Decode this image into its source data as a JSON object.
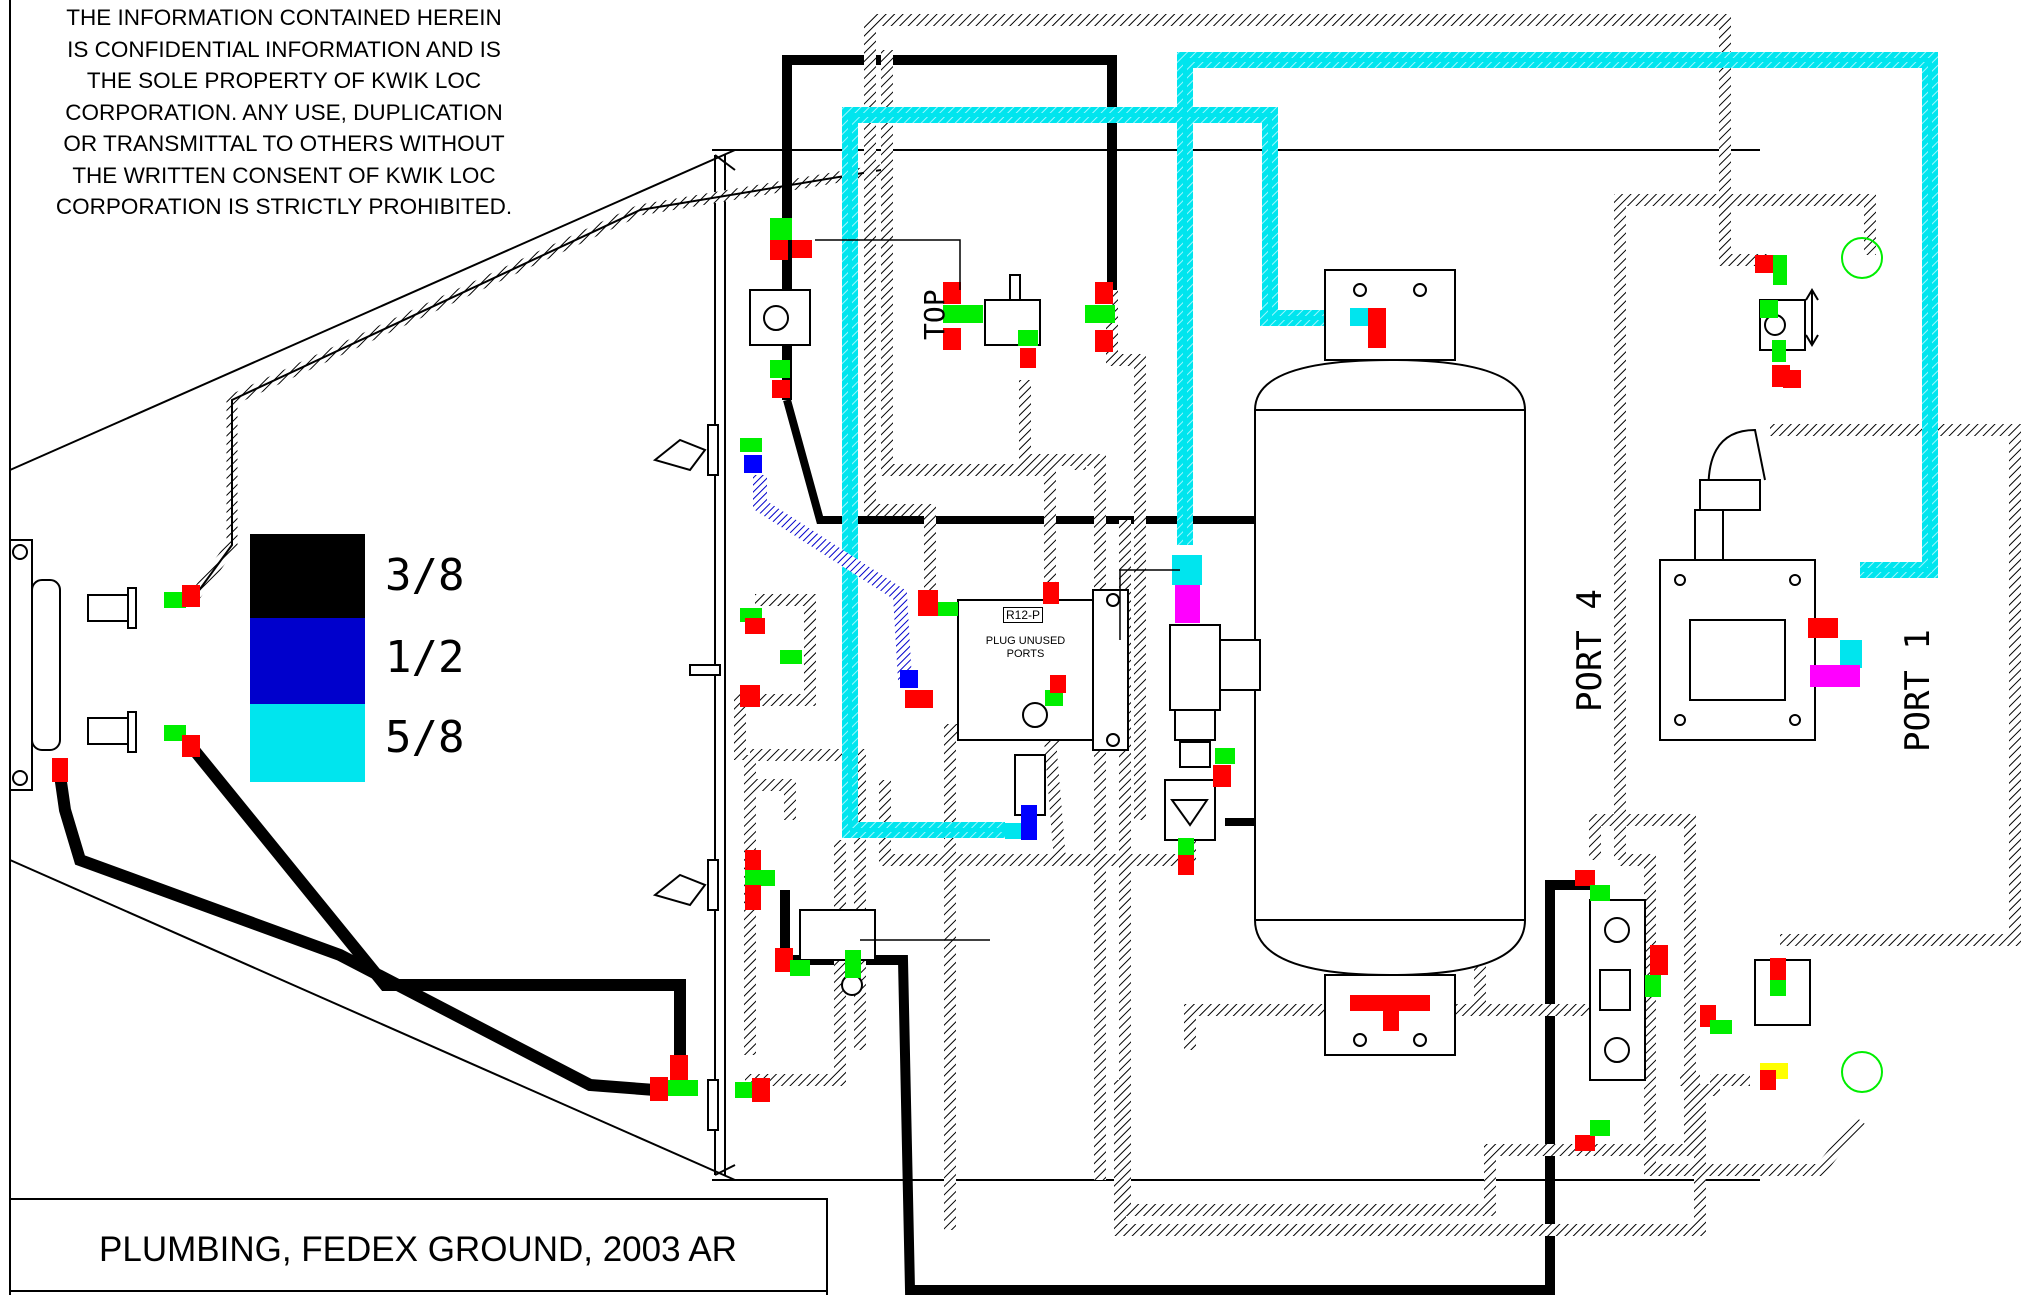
{
  "notice": {
    "lines": [
      "THE INFORMATION CONTAINED HEREIN",
      "IS CONFIDENTIAL INFORMATION AND IS",
      "THE SOLE PROPERTY OF KWIK LOC",
      "CORPORATION. ANY USE, DUPLICATION",
      "OR TRANSMITTAL TO OTHERS WITHOUT",
      "THE WRITTEN CONSENT OF KWIK LOC",
      "CORPORATION IS STRICTLY PROHIBITED."
    ]
  },
  "legend": {
    "items": [
      {
        "label": "3/8",
        "color": "#000000"
      },
      {
        "label": "1/2",
        "color": "#0000cc"
      },
      {
        "label": "5/8",
        "color": "#00e5ee"
      }
    ]
  },
  "labels": {
    "top": "TOP",
    "port4": "PORT 4",
    "port1": "PORT 1",
    "valve": "R12-P",
    "valve_note": "PLUG UNUSED PORTS"
  },
  "title_block": {
    "title": "PLUMBING, FEDEX GROUND, 2003 AR"
  },
  "colors": {
    "line_black": "#000000",
    "line_blue": "#0000cc",
    "line_cyan": "#00e5ee",
    "fitting_red": "#ff0000",
    "fitting_green": "#00ee00",
    "fitting_blue": "#0000ff",
    "fitting_magenta": "#ff00ff",
    "fitting_yellow": "#ffff00"
  }
}
